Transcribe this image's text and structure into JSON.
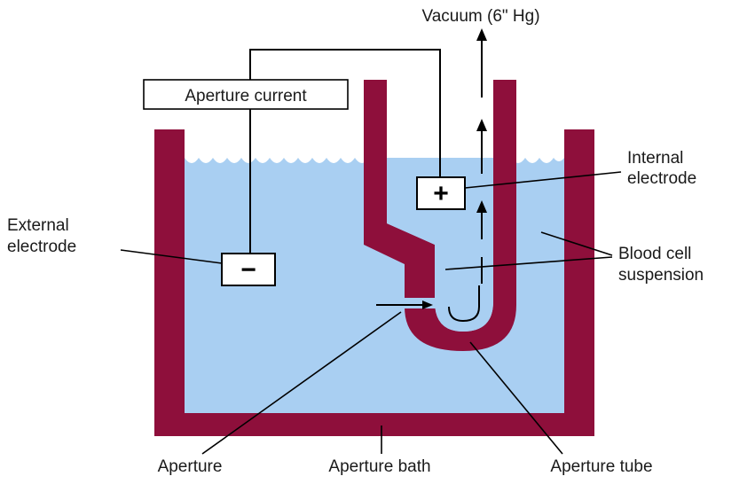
{
  "labels": {
    "vacuum": "Vacuum (6\" Hg)",
    "aperture_current": "Aperture current",
    "internal_electrode_line1": "Internal",
    "internal_electrode_line2": "electrode",
    "external_electrode_line1": "External",
    "external_electrode_line2": "electrode",
    "blood_cell_line1": "Blood cell",
    "blood_cell_line2": "suspension",
    "aperture": "Aperture",
    "aperture_bath": "Aperture bath",
    "aperture_tube": "Aperture tube"
  },
  "electrodes": {
    "positive_symbol": "+",
    "negative_symbol": "−"
  },
  "colors": {
    "liquid": "#a9cff2",
    "wall": "#8e0f3b",
    "line": "#000000"
  }
}
